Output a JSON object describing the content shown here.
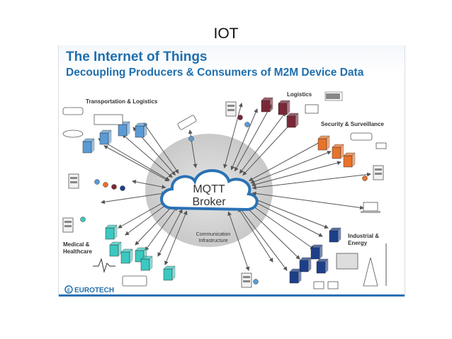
{
  "slide": {
    "title": "IOT"
  },
  "diagram": {
    "title": "The Internet of Things",
    "subtitle": "Decoupling Producers & Consumers of M2M Device Data",
    "broker_line1": "MQTT",
    "broker_line2": "Broker",
    "infra_line1": "Communication",
    "infra_line2": "Infrastructure",
    "labels": {
      "transport": "Transportation & Logistics",
      "logistics": "Logistics",
      "security": "Security & Surveillance",
      "medical1": "Medical &",
      "medical2": "Healthcare",
      "industrial1": "Industrial &",
      "industrial2": "Energy"
    },
    "logo": "EUROTECH",
    "colors": {
      "transport": "#5b9bd5",
      "logistics": "#7a2838",
      "security": "#e8722a",
      "medical": "#3cc8c0",
      "industrial": "#1c3f8a",
      "accent": "#1f6fae"
    }
  }
}
